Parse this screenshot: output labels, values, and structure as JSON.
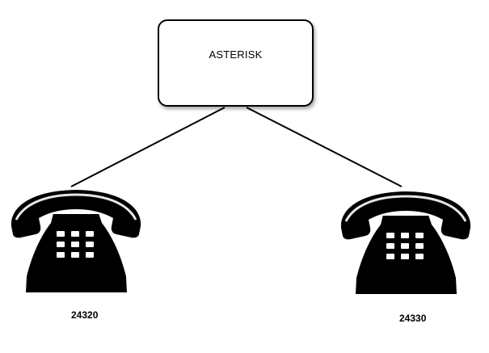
{
  "server": {
    "label": "ASTERISK"
  },
  "phones": [
    {
      "extension": "24320",
      "icon": "telephone-icon"
    },
    {
      "extension": "24330",
      "icon": "telephone-icon"
    }
  ],
  "colors": {
    "stroke": "#000000",
    "phone_fill": "#000000",
    "phone_highlight": "#ffffff",
    "background": "#ffffff"
  }
}
